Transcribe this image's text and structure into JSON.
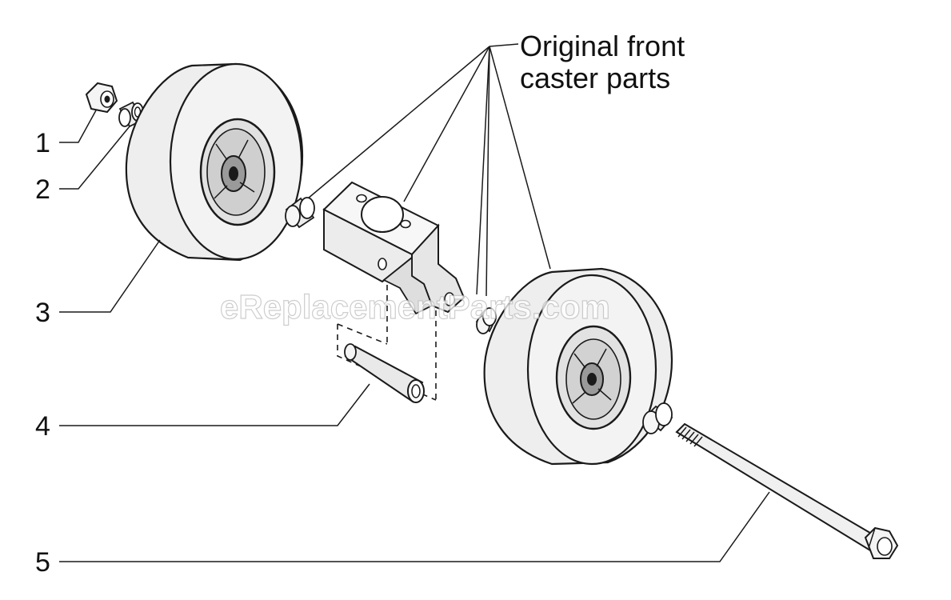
{
  "diagram": {
    "annotation": {
      "line1": "Original front",
      "line2": "caster parts"
    },
    "callouts": [
      {
        "id": "c1",
        "label": "1"
      },
      {
        "id": "c2",
        "label": "2"
      },
      {
        "id": "c3",
        "label": "3"
      },
      {
        "id": "c4",
        "label": "4"
      },
      {
        "id": "c5",
        "label": "5"
      }
    ],
    "watermark": "eReplacementParts.com",
    "colors": {
      "ink": "#1a1a1a",
      "tire": "#ececec",
      "hub": "#d4d4d4",
      "metal": "#f2f2f2"
    }
  }
}
